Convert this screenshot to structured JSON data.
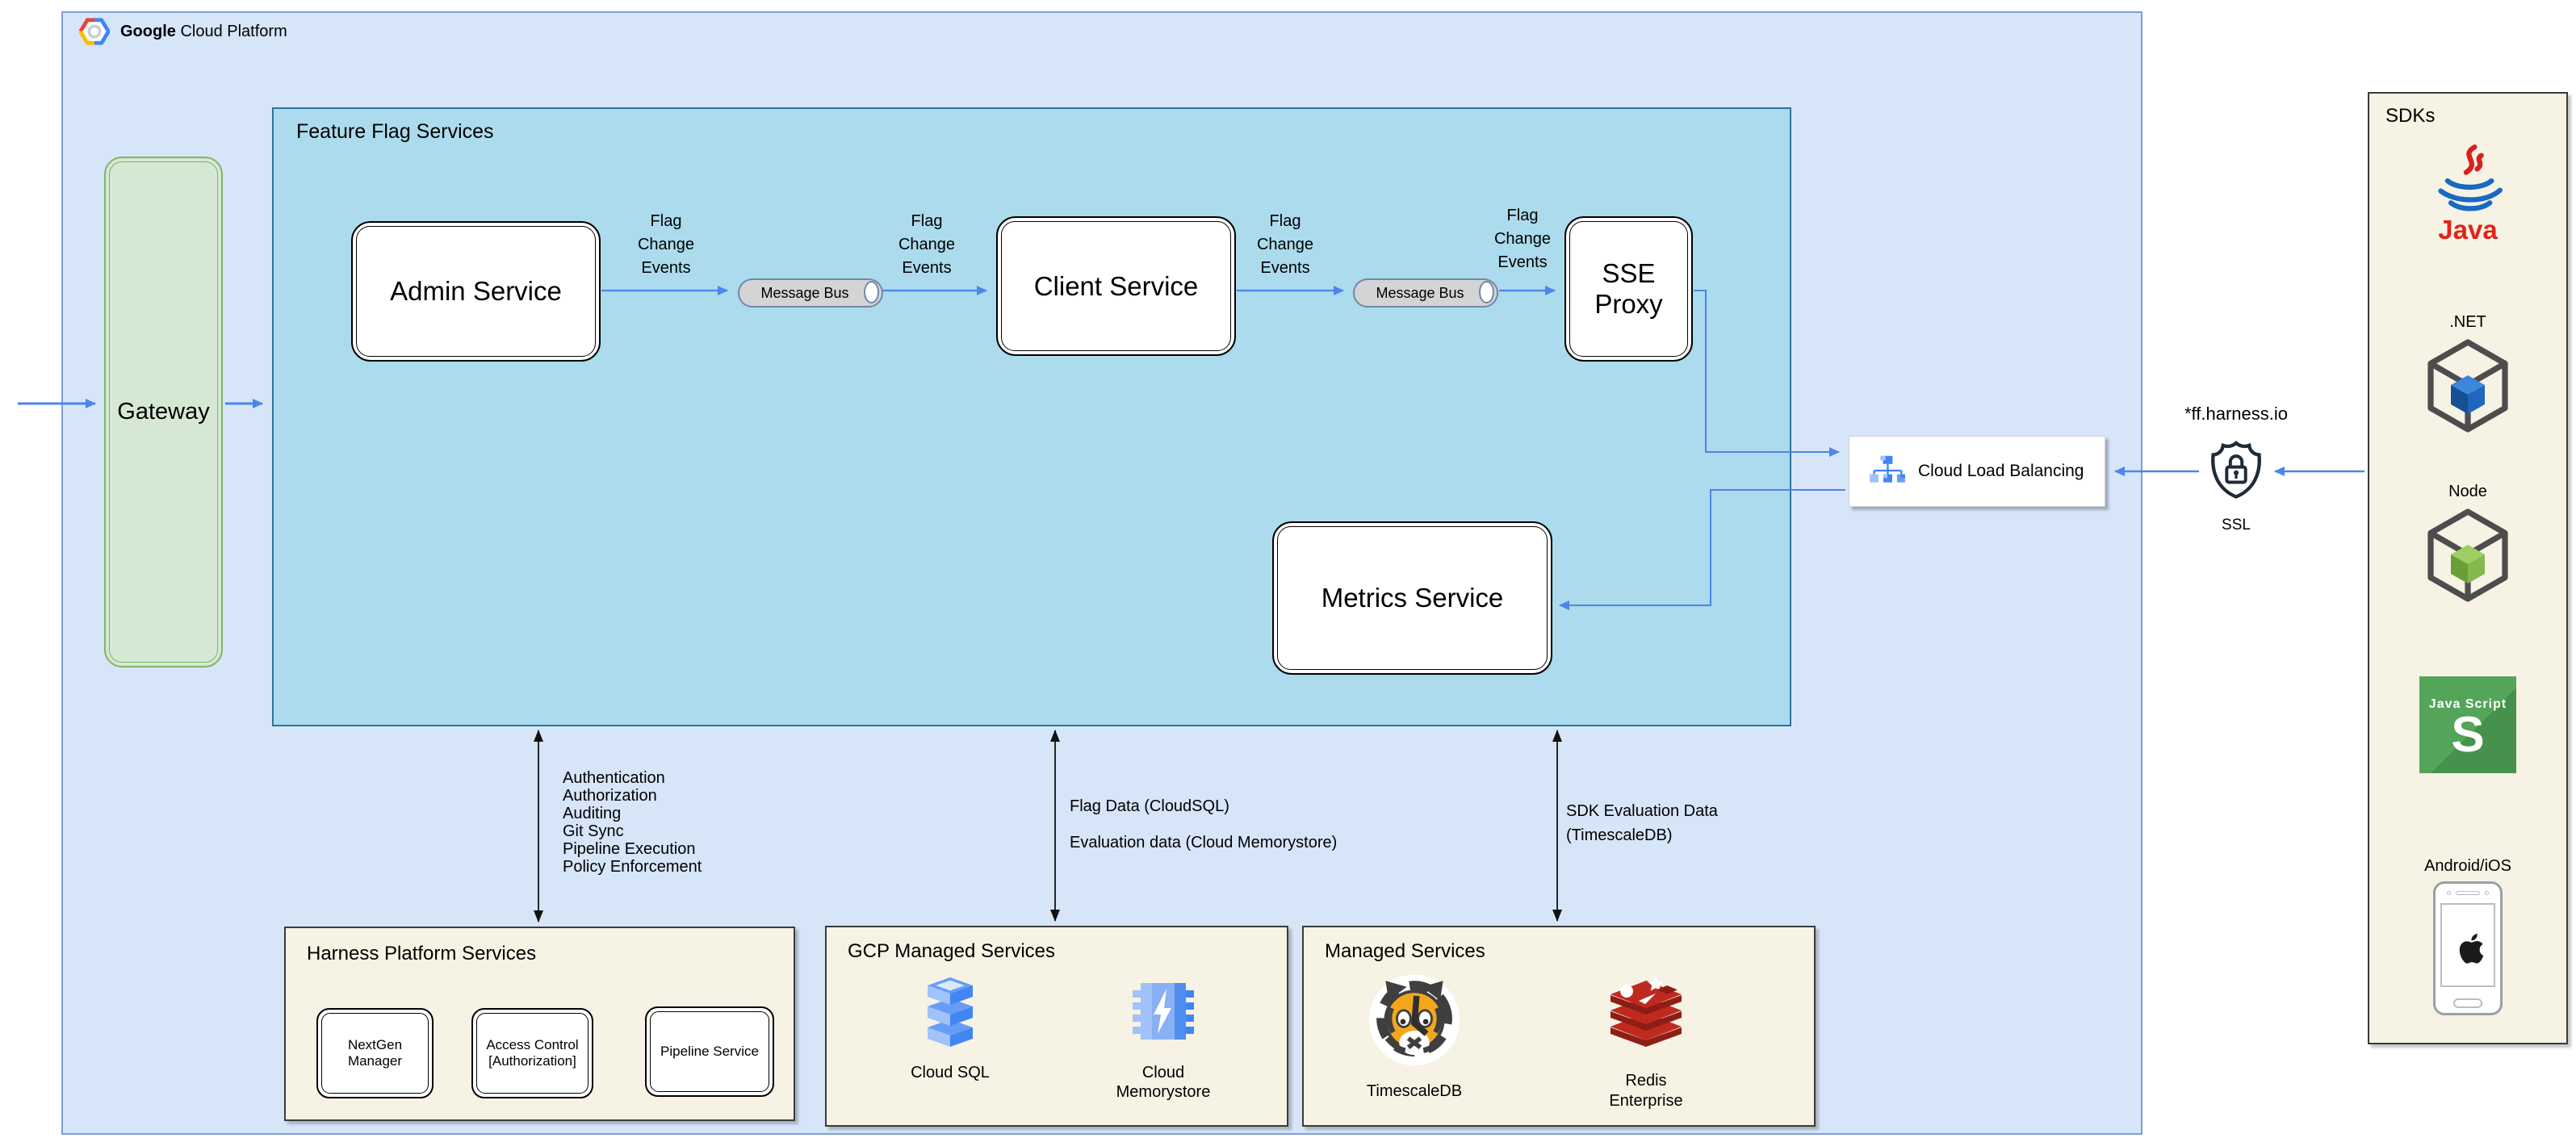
{
  "header": {
    "brand_bold": "Google",
    "brand_rest": " Cloud Platform"
  },
  "gateway": {
    "label": "Gateway"
  },
  "feature_flag_services": {
    "title": "Feature Flag Services",
    "admin_service": "Admin Service",
    "client_service": "Client Service",
    "sse_proxy": "SSE Proxy",
    "metrics_service": "Metrics Service",
    "message_bus_1": "Message Bus",
    "message_bus_2": "Message Bus",
    "flag_change_labels": [
      "Flag Change Events",
      "Flag Change Events",
      "Flag Change Events",
      "Flag Change Events"
    ]
  },
  "load_balancer": {
    "label": "Cloud Load Balancing"
  },
  "ssl": {
    "domain": "*ff.harness.io",
    "label": "SSL"
  },
  "sdks": {
    "title": "SDKs",
    "java_label": "Java",
    "dotnet_label": ".NET",
    "node_label": "Node",
    "javascript_line1": "Java Script",
    "javascript_s": "S",
    "mobile_label": "Android/iOS"
  },
  "harness_platform": {
    "title": "Harness Platform Services",
    "services": [
      "NextGen Manager",
      "Access Control [Authorization]",
      "Pipeline Service"
    ]
  },
  "gcp_managed": {
    "title": "GCP Managed Services",
    "items": [
      "Cloud SQL",
      "Cloud Memorystore"
    ]
  },
  "managed": {
    "title": "Managed Services",
    "items": [
      "TimescaleDB",
      "Redis Enterprise"
    ]
  },
  "annotations": {
    "platform_capabilities": [
      "Authentication",
      "Authorization",
      "Auditing",
      "Git Sync",
      "Pipeline Execution",
      "Policy Enforcement"
    ],
    "flag_data": "Flag Data (CloudSQL)",
    "evaluation_data": "Evaluation data (Cloud Memorystore)",
    "sdk_evaluation_line1": "SDK Evaluation Data",
    "sdk_evaluation_line2": "(TimescaleDB)"
  },
  "colors": {
    "gcp_bg": "#D6E5F8",
    "ffs_bg": "#ABDBEC",
    "ffs_border": "#2F72A0",
    "gateway_fill": "#D5E8D4",
    "gateway_border": "#82B366",
    "panel_bg": "#F6F2E4",
    "arrow_blue": "#4C86E8",
    "google_blue": "#4285F4",
    "google_red": "#EA4335",
    "google_yellow": "#FBBC05",
    "node_green": "#8CC84B",
    "js_green": "#54A45A",
    "redis_red": "#BF2A20",
    "tiger_orange": "#F2A71B"
  }
}
